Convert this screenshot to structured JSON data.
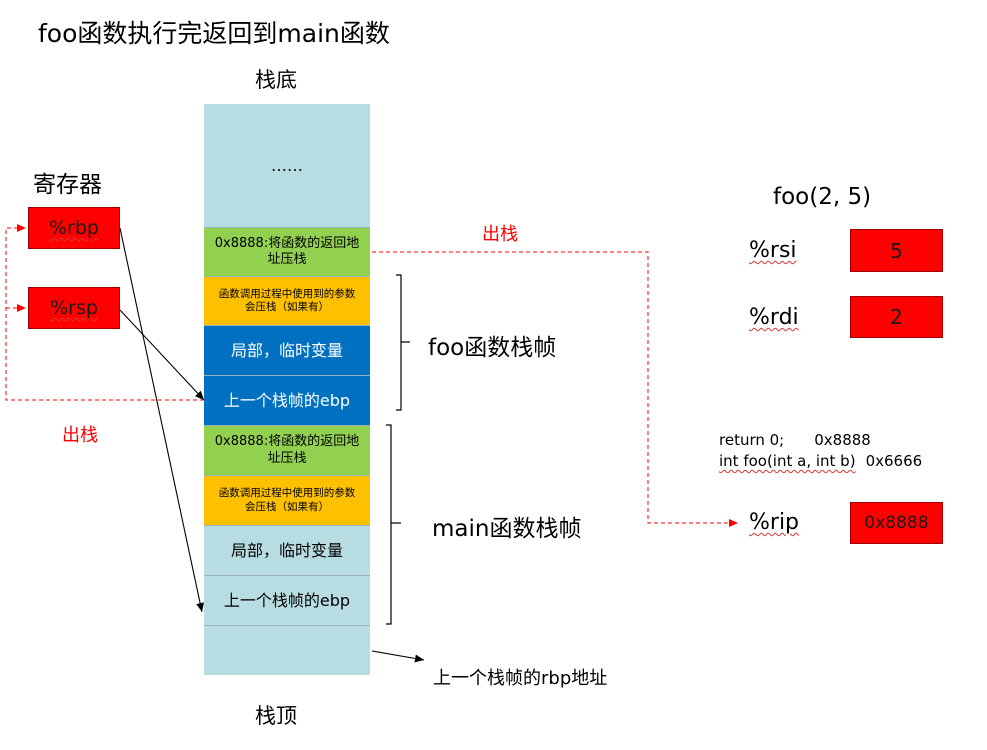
{
  "title": "foo函数执行完返回到main函数",
  "stack": {
    "bottom_label": "栈底",
    "top_label": "栈顶",
    "cells": [
      {
        "text": "……"
      },
      {
        "text": "0x8888:将函数的返回地址压栈"
      },
      {
        "text": "函数调用过程中使用到的参数会压栈（如果有）"
      },
      {
        "text": "局部，临时变量"
      },
      {
        "text": "上一个栈帧的ebp"
      },
      {
        "text": "0x8888:将函数的返回地址压栈"
      },
      {
        "text": "函数调用过程中使用到的参数会压栈（如果有）"
      },
      {
        "text": "局部，临时变量"
      },
      {
        "text": "上一个栈帧的ebp"
      },
      {
        "text": ""
      }
    ]
  },
  "frames": {
    "foo": "foo函数栈帧",
    "main": "main函数栈帧"
  },
  "registers": {
    "heading": "寄存器",
    "rbp": "%rbp",
    "rsp": "%rsp"
  },
  "pop_labels": {
    "top": "出栈",
    "left": "出栈"
  },
  "call": {
    "signature": "foo(2, 5)",
    "rsi": {
      "name": "%rsi",
      "value": "5"
    },
    "rdi": {
      "name": "%rdi",
      "value": "2"
    },
    "rip": {
      "name": "%rip",
      "value": "0x8888"
    }
  },
  "code": {
    "line1_text": "return 0;",
    "line1_addr": "0x8888",
    "line2_text": "int foo(int a, int b)",
    "line2_addr": "0x6666"
  },
  "rbp_address_label": "上一个栈帧的rbp地址",
  "colors": {
    "stack_light": "#b7dde2",
    "green": "#92d050",
    "yellow": "#ffc000",
    "blue": "#0070c0",
    "register_red": "#ff0000",
    "dashed_red": "#ff0000"
  }
}
